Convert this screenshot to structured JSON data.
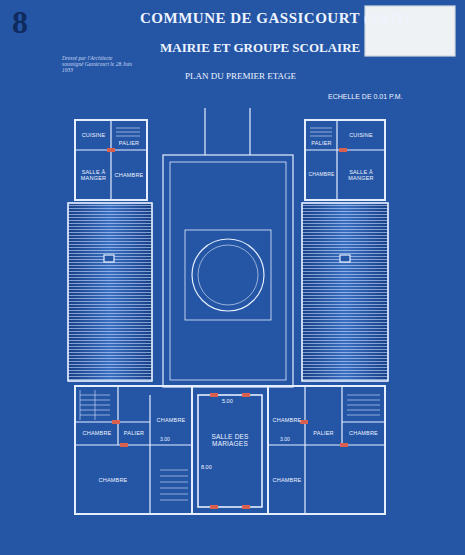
{
  "diagram": {
    "title": "COMMUNE DE GASSICOURT (S&O)",
    "nodes": [
      {
        "text": [
          "CUISINE"
        ]
      },
      {
        "text": [
          "PALIER"
        ]
      },
      {
        "text": [
          "SALLE À MANGER"
        ]
      },
      {
        "text": [
          "CHAMBRE"
        ]
      },
      {
        "text": [
          "PALIER"
        ]
      },
      {
        "text": [
          "CUISINE"
        ]
      },
      {
        "text": [
          "CHAMBRE"
        ]
      },
      {
        "text": [
          "SALLE À MANGER"
        ]
      },
      {
        "text": [
          "CHAMBRE"
        ]
      },
      {
        "text": [
          "PALIER"
        ]
      },
      {
        "text": [
          "CHAMBRE"
        ]
      },
      {
        "text": [
          "SALLE DES MARIAGES"
        ]
      },
      {
        "text": [
          "CHAMBRE"
        ]
      },
      {
        "text": [
          "PALIER"
        ]
      },
      {
        "text": [
          "CHAMBRE"
        ]
      },
      {
        "text": [
          "CHAMBRE"
        ]
      },
      {
        "text": [
          "CHAMBRE"
        ]
      }
    ],
    "labels": [
      "8",
      "MAIRIE ET GROUPE SCOLAIRE",
      "PLAN DU PREMIER ETAGE",
      "ECHELLE DE 0.01 P.M.",
      "Dressé par l'Architecte soussigné Gassicourt le 28 Juin 1933",
      "5.00",
      "8.00",
      "3.00",
      "3.00"
    ]
  }
}
